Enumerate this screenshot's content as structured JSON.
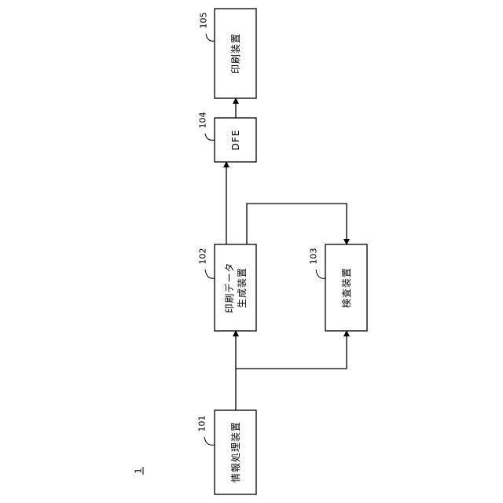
{
  "figure": {
    "system_ref": "1"
  },
  "nodes": {
    "info_processing": {
      "ref": "101",
      "label": "情報処理装置"
    },
    "print_data_gen": {
      "ref": "102",
      "label_line1": "印刷データ",
      "label_line2": "生成装置"
    },
    "inspection": {
      "ref": "103",
      "label": "検査装置"
    },
    "dfe": {
      "ref": "104",
      "label": "DFE"
    },
    "printing": {
      "ref": "105",
      "label": "印刷装置"
    }
  },
  "edges": [
    {
      "from": "101",
      "to": "102"
    },
    {
      "from": "101",
      "to": "103"
    },
    {
      "from": "102",
      "to": "103"
    },
    {
      "from": "102",
      "to": "104"
    },
    {
      "from": "104",
      "to": "105"
    }
  ]
}
